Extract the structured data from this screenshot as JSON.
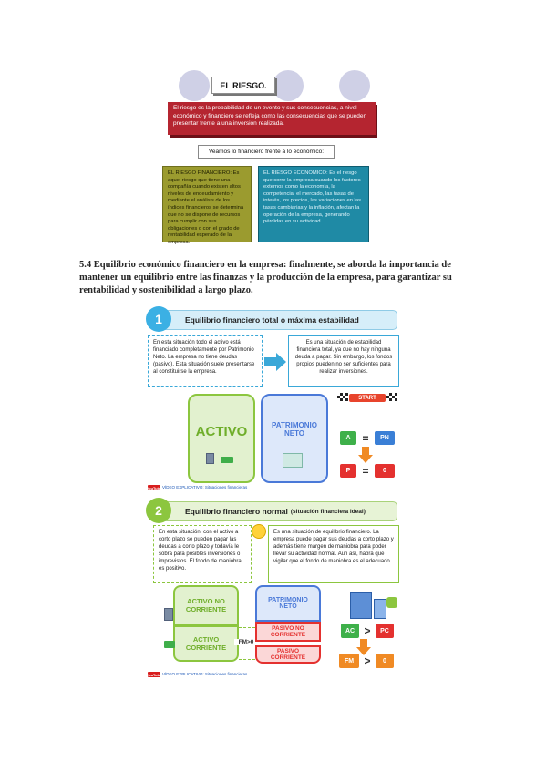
{
  "riesgo": {
    "title": "EL RIESGO.",
    "definition": "El riesgo es la probabilidad de un evento y sus consecuencias, a nivel económico y financiero se refleja como las consecuencias que se pueden presentar frente a una inversión realizada.",
    "compare": "Veamos lo financiero frente a lo económico:",
    "financiero": "EL RIESGO FINANCIERO: Es aquel riesgo que tiene una compañía cuando existen altos niveles de endeudamiento y mediante el análisis de los índices financieros se determina que no se dispone de recursos para cumplir con sus obligaciones o con el grado de rentabilidad esperado de la empresa.",
    "economico": "EL RIESGO ECONÓMICO: Es el riesgo que corre la empresa cuando los factores externos como la economía, la competencia, el mercado, las tasas de interés, los precios, las variaciones en las tasas cambiarias y la inflación, afectan la operación de la empresa, generando pérdidas en su actividad."
  },
  "paragraph": "5.4 Equilibrio económico financiero en la empresa: finalmente, se aborda la importancia de mantener un equilibrio entre las finanzas y la producción de la empresa, para garantizar su rentabilidad y sostenibilidad a largo plazo.",
  "section1": {
    "number": "1",
    "title": "Equilibrio financiero total o máxima estabilidad",
    "left_text": "En esta situación todo el activo está financiado completamente por Patrimonio Neto. La empresa no tiene deudas (pasivo). Esta situación suele presentarse al constituirse la empresa.",
    "right_text": "Es una situación de estabilidad financiera total, ya que no hay ninguna deuda a pagar. Sin embargo, los fondos propios pueden no ser suficientes para realizar inversiones.",
    "activo": "ACTIVO",
    "patrimonio": "PATRIMONIO NETO",
    "start": "START",
    "a": "A",
    "pn": "PN",
    "p": "P",
    "zero": "0",
    "eq": "="
  },
  "section2": {
    "number": "2",
    "title": "Equilibrio financiero normal",
    "title_suffix": "(situación financiera ideal)",
    "left_text": "En esta situación, con el activo a corto plazo se pueden pagar las deudas a corto plazo y todavía le sobra para posibles inversiones o imprevistos. El fondo de maniobra es positivo.",
    "right_text": "Es una situación de equilibrio financiero. La empresa puede pagar sus deudas a corto plazo y además tiene margen de maniobra para poder llevar su actividad normal. Aun así, habrá que vigilar que el fondo de maniobra es el adecuado.",
    "activo_nc": "ACTIVO NO CORRIENTE",
    "activo_c": "ACTIVO CORRIENTE",
    "patrimonio": "PATRIMONIO NETO",
    "pasivo_nc": "PASIVO NO CORRIENTE",
    "pasivo_c": "PASIVO CORRIENTE",
    "fm": "FM>0",
    "ac": "AC",
    "pc": "PC",
    "fm2": "FM",
    "zero": "0",
    "gt": ">"
  },
  "credit": "VÍDEO EXPLICATIVO: Situaciones financieras",
  "yt": "YouTube"
}
